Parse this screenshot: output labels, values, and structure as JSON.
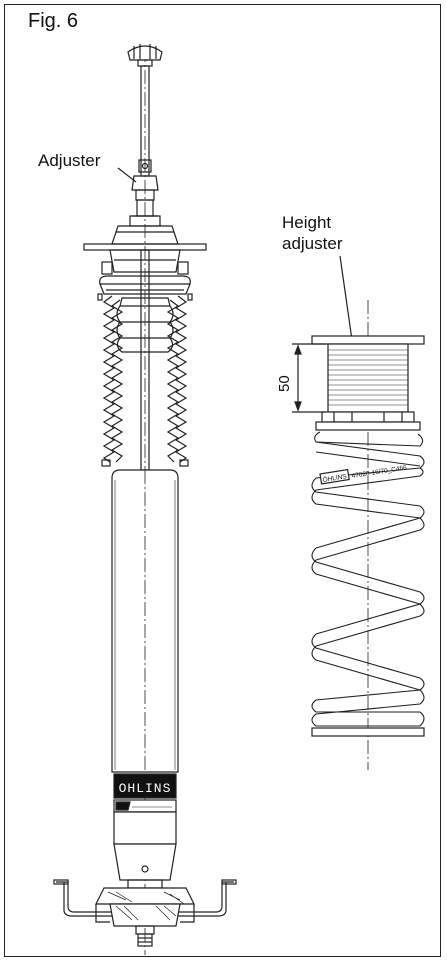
{
  "figure": {
    "title": "Fig. 6"
  },
  "labels": {
    "adjuster": "Adjuster",
    "height_adjuster_line1": "Height",
    "height_adjuster_line2": "adjuster",
    "dimension_50": "50"
  },
  "markings": {
    "body_brand": "OHLINS",
    "spring_brand": "ÖHLINS",
    "spring_code": "47020-16/70_C466"
  }
}
